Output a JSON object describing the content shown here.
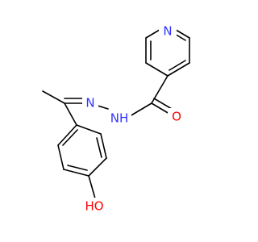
{
  "molecule": {
    "atoms": {
      "pyridine_n": {
        "label": "N",
        "color": "#3333ff"
      },
      "carbonyl_o": {
        "label": "O",
        "color": "#ff0000"
      },
      "amide_nh": {
        "label": "NH",
        "color": "#3333ff"
      },
      "hydrazone_n": {
        "label": "N",
        "color": "#3333ff"
      },
      "hydroxyl": {
        "label": "HO",
        "color": "#ff0000"
      }
    },
    "bond_color": "#000000"
  }
}
